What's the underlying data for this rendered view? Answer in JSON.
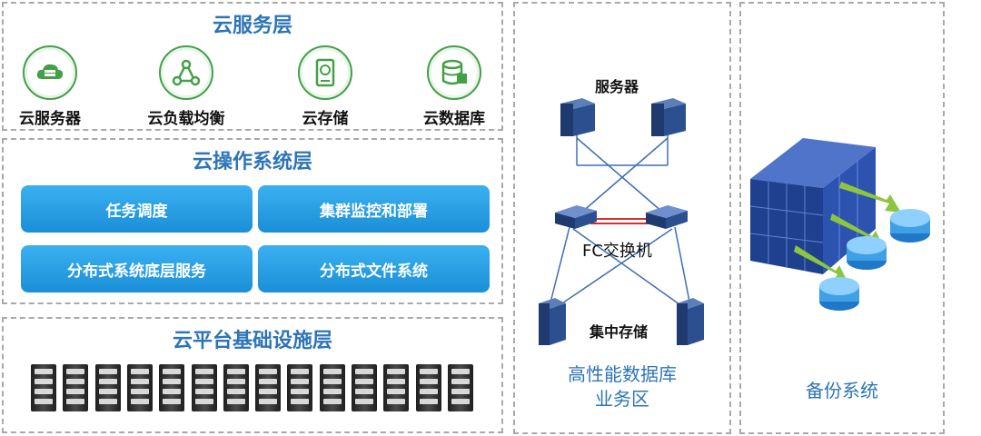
{
  "cloud_service_layer": {
    "title": "云服务层",
    "items": [
      {
        "label": "云服务器",
        "icon": "cloud-server-icon"
      },
      {
        "label": "云负载均衡",
        "icon": "load-balance-icon"
      },
      {
        "label": "云存储",
        "icon": "storage-icon"
      },
      {
        "label": "云数据库",
        "icon": "database-icon"
      }
    ]
  },
  "cloud_os_layer": {
    "title": "云操作系统层",
    "buttons": [
      "任务调度",
      "集群监控和部署",
      "分布式系统底层服务",
      "分布式文件系统"
    ]
  },
  "cloud_platform_layer": {
    "title": "云平台基础设施层",
    "rack_count": 14
  },
  "database_zone": {
    "server_label": "服务器",
    "switch_label": "FC交换机",
    "storage_label": "集中存储",
    "footer_line1": "高性能数据库",
    "footer_line2": "业务区"
  },
  "backup_system": {
    "label": "备份系统"
  },
  "colors": {
    "title_blue": "#2e75b6",
    "button_blue": "#1a8fd8",
    "icon_green": "#43a047",
    "link_blue": "#3f6db5"
  }
}
